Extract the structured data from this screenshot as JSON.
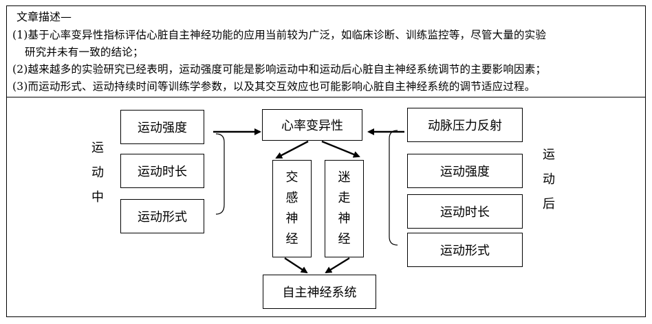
{
  "header": {
    "title": "文章描述—",
    "lines": [
      "(1)基于心率变异性指标评估心脏自主神经功能的应用当前较为广泛，如临床诊断、训练监控等，尽管大量的实验",
      "研究并未有一致的结论；",
      "(2)越来越多的实验研究已经表明，运动强度可能是影响运动中和运动后心脏自主神经系统调节的主要影响因素；",
      "(3)而运动形式、运动持续时间等训练学参数，以及其交互效应也可能影响心脏自主神经系统的调节适应过程。"
    ]
  },
  "diagram": {
    "left_group_label": [
      "运",
      "动",
      "中"
    ],
    "right_group_label": [
      "运",
      "动",
      "后"
    ],
    "left_boxes": [
      "运动强度",
      "运动时长",
      "运动形式"
    ],
    "right_top_box": "动脉压力反射",
    "right_boxes": [
      "运动强度",
      "运动时长",
      "运动形式"
    ],
    "center_top": "心率变异性",
    "sympathetic": [
      "交",
      "感",
      "神",
      "经"
    ],
    "vagal": [
      "迷",
      "走",
      "神",
      "经"
    ],
    "center_bottom": "自主神经系统"
  }
}
